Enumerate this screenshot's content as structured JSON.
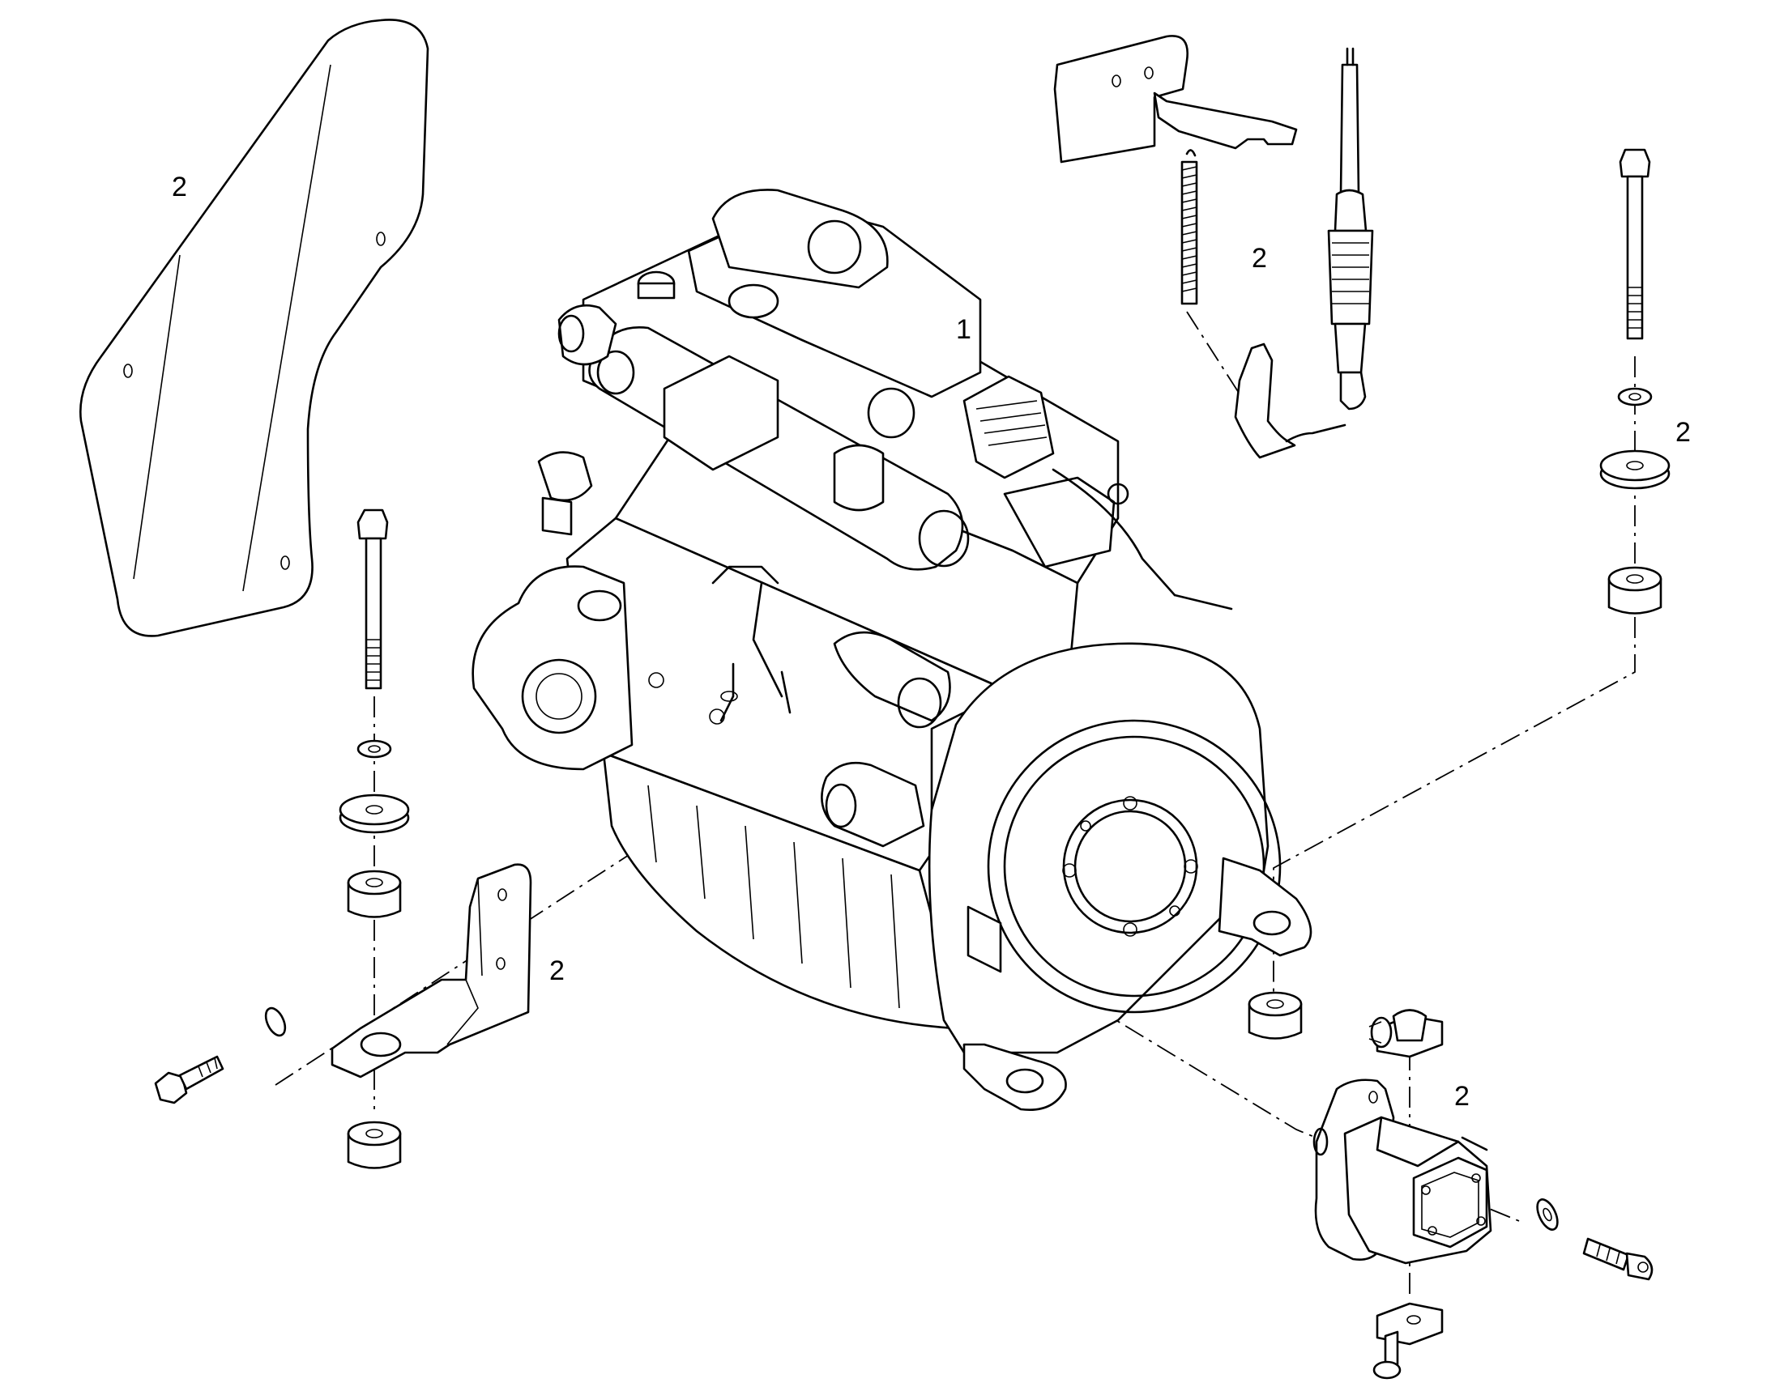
{
  "callouts": {
    "engine": "1",
    "shield": "2",
    "throttle_bracket": "2",
    "right_mount": "2",
    "left_mount": "2",
    "hydraulic_pump": "2"
  }
}
